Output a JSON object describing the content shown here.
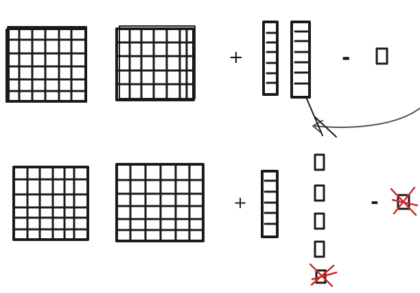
{
  "top_row": {
    "flats": 2,
    "longs": 2,
    "units_subtracted": 1,
    "plus_symbol": "+",
    "minus_symbol": "-"
  },
  "bottom_row": {
    "flats": 2,
    "longs": 1,
    "units_regrouped": 5,
    "units_crossed_out": 1,
    "subtracted_unit_crossed_out": true,
    "plus_symbol": "+",
    "minus_symbol": "-"
  },
  "colors": {
    "ink": "#1c1a18",
    "cross_out": "#cc2a2a",
    "arrow": "#555049",
    "paper": "#ffffff"
  }
}
